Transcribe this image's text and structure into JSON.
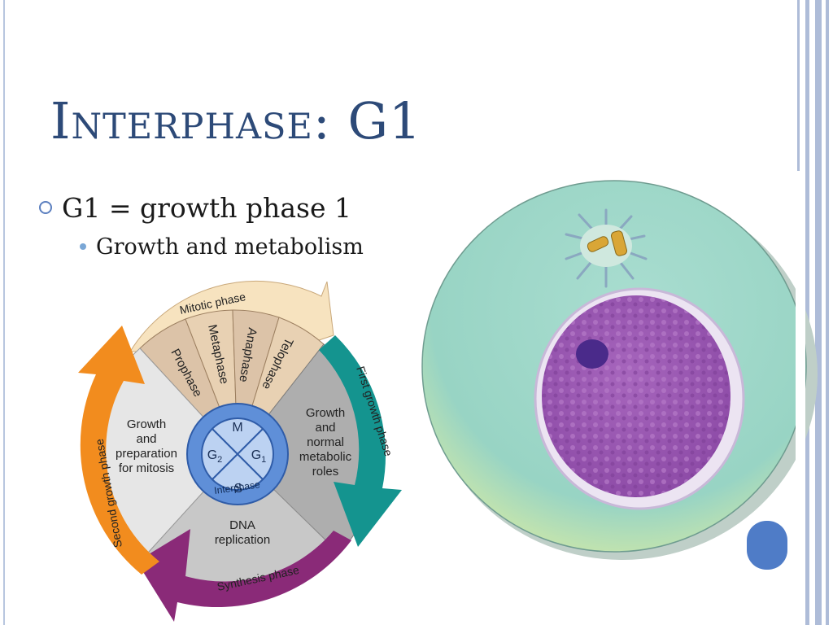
{
  "slide": {
    "title": "Interphase: G1",
    "bullet": "G1 = growth phase 1",
    "sub_bullet": "Growth and metabolism"
  },
  "cycle": {
    "mitotic_phase": "Mitotic phase",
    "prophase": "Prophase",
    "metaphase": "Metaphase",
    "anaphase": "Anaphase",
    "telophase": "Telophase",
    "first_growth_phase": "First growth phase",
    "second_growth_phase": "Second growth phase",
    "synthesis_phase": "Synthesis phase",
    "g2_l1": "Growth",
    "g2_l2": "and",
    "g2_l3": "preparation",
    "g2_l4": "for mitosis",
    "g1_l1": "Growth",
    "g1_l2": "and",
    "g1_l3": "normal",
    "g1_l4": "metabolic",
    "g1_l5": "roles",
    "s_l1": "DNA",
    "s_l2": "replication",
    "m": "M",
    "g2": "G",
    "g2_sub": "2",
    "g1": "G",
    "g1_sub": "1",
    "s": "S",
    "interphase": "Interphase"
  },
  "colors": {
    "title": "#2d4a78",
    "mitotic": "#f5dfb8",
    "g1_arrow": "#14948f",
    "g2_arrow": "#f28c1e",
    "s_arrow": "#8a2a78",
    "cell": "#9fd7c8",
    "nucleus": "#9a5ab0"
  }
}
